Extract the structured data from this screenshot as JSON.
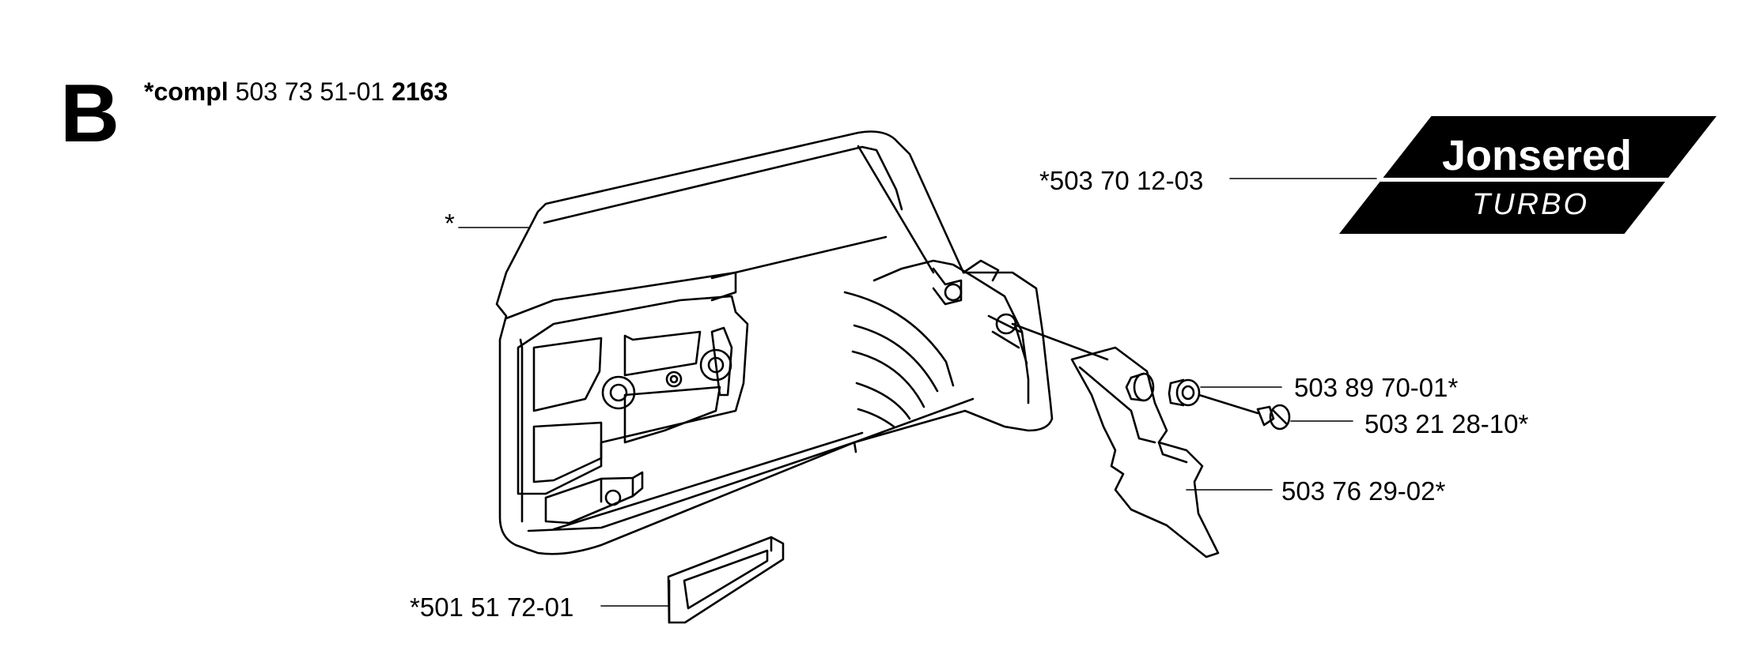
{
  "section_letter": "B",
  "header": {
    "compl_label": "*compl",
    "compl_part_number": "503 73 51-01",
    "model": "2163"
  },
  "logo": {
    "brand": "Jonsered",
    "sub": "TURBO",
    "color": "#000000"
  },
  "callouts": {
    "asterisk": "*",
    "decal": "*503 70 12-03",
    "nut": "503 89 70-01*",
    "screw": "503 21 28-10*",
    "plate": "503 76 29-02*",
    "guide": "*501 51 72-01"
  }
}
